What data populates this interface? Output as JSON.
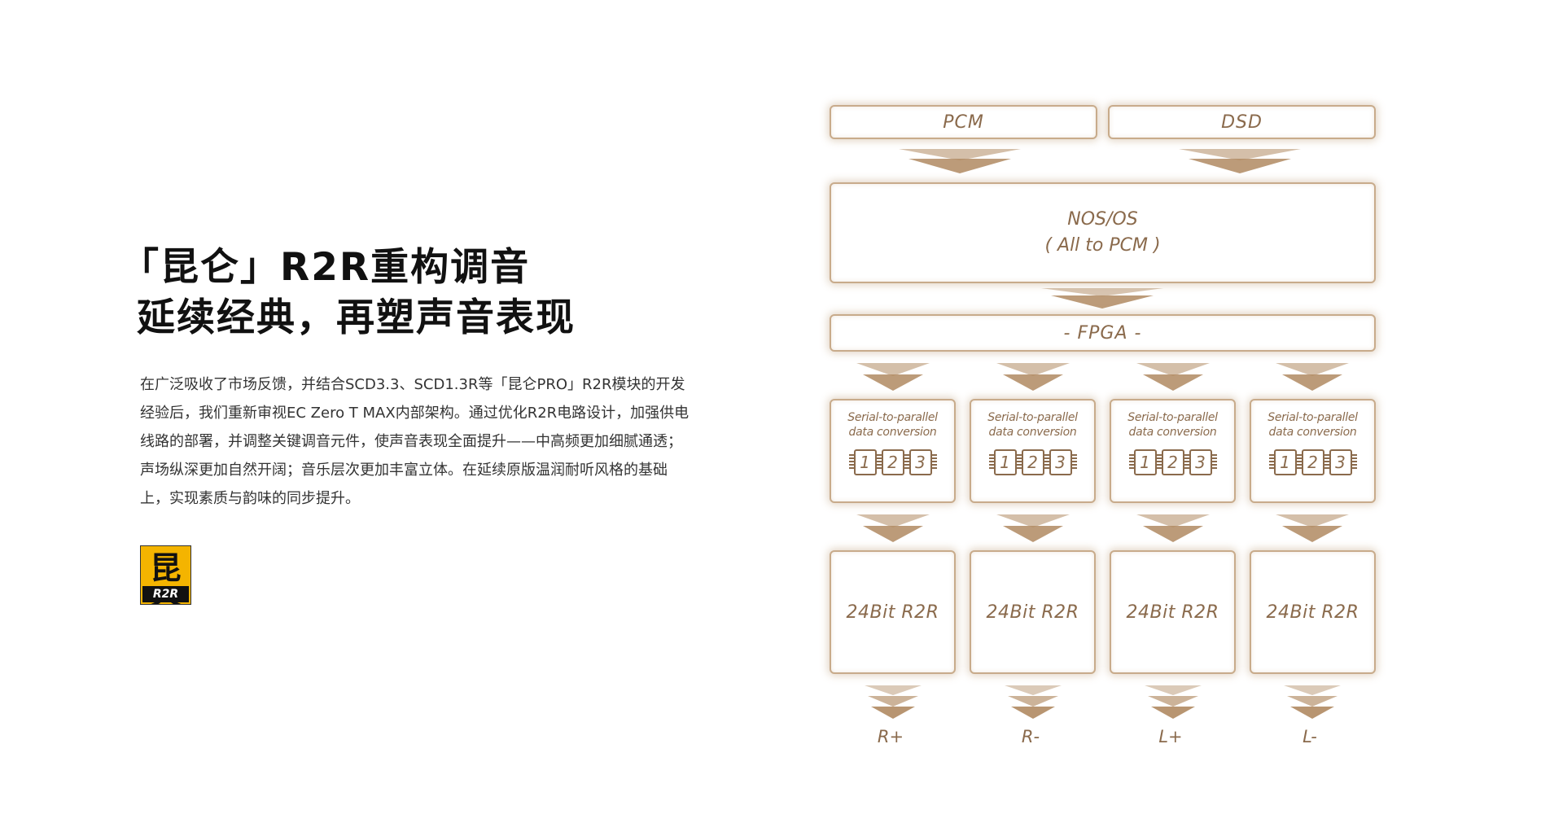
{
  "headline": {
    "line1": "「昆仑」R2R重构调音",
    "line2": "延续经典，再塑声音表现"
  },
  "body": {
    "paragraph": "在广泛吸收了市场反馈，并结合SCD3.3、SCD1.3R等「昆仑PRO」R2R模块的开发经验后，我们重新审视EC Zero T MAX内部架构。通过优化R2R电路设计，加强供电线路的部署，并调整关键调音元件，使声音表现全面提升——中高频更加细腻通透；声场纵深更加自然开阔；音乐层次更加丰富立体。在延续原版温润耐听风格的基础上，实现素质与韵味的同步提升。"
  },
  "logo": {
    "glyph": "昆仑",
    "plate": "R2R"
  },
  "diagram": {
    "inputs": [
      "PCM",
      "DSD"
    ],
    "nos": {
      "line1": "NOS/OS",
      "line2": "( All to PCM )"
    },
    "fpga": "- FPGA -",
    "converters": [
      {
        "line1": "Serial-to-parallel",
        "line2": "data conversion",
        "chips": [
          "1",
          "2",
          "3"
        ]
      },
      {
        "line1": "Serial-to-parallel",
        "line2": "data conversion",
        "chips": [
          "1",
          "2",
          "3"
        ]
      },
      {
        "line1": "Serial-to-parallel",
        "line2": "data conversion",
        "chips": [
          "1",
          "2",
          "3"
        ]
      },
      {
        "line1": "Serial-to-parallel",
        "line2": "data conversion",
        "chips": [
          "1",
          "2",
          "3"
        ]
      }
    ],
    "dacs": [
      "24Bit R2R",
      "24Bit R2R",
      "24Bit R2R",
      "24Bit R2R"
    ],
    "outputs": [
      "R+",
      "R-",
      "L+",
      "L-"
    ],
    "colors": {
      "stroke": "#c8ab8b",
      "text": "#8a6a4c",
      "arrow": "#b08a62"
    }
  }
}
